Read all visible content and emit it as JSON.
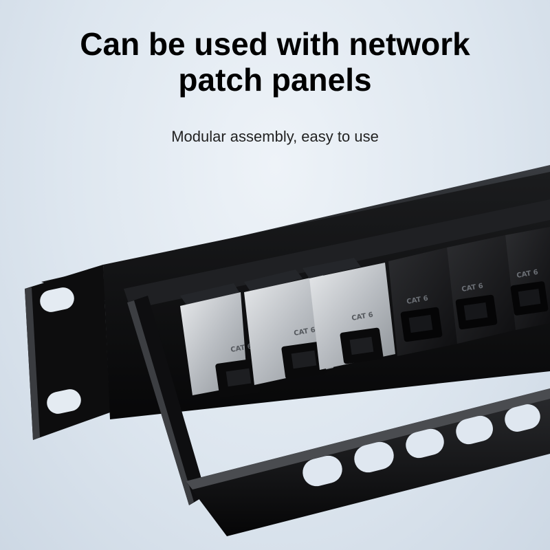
{
  "headline": {
    "line1": "Can be used with network",
    "line2": "patch panels"
  },
  "subtitle": "Modular assembly, easy to use",
  "keystone_label": "CAT 6",
  "colors": {
    "panel": "#111111",
    "silver_module": "#c9ccd0",
    "black_module": "#1a1a1a",
    "background": "#dfe7f0"
  }
}
